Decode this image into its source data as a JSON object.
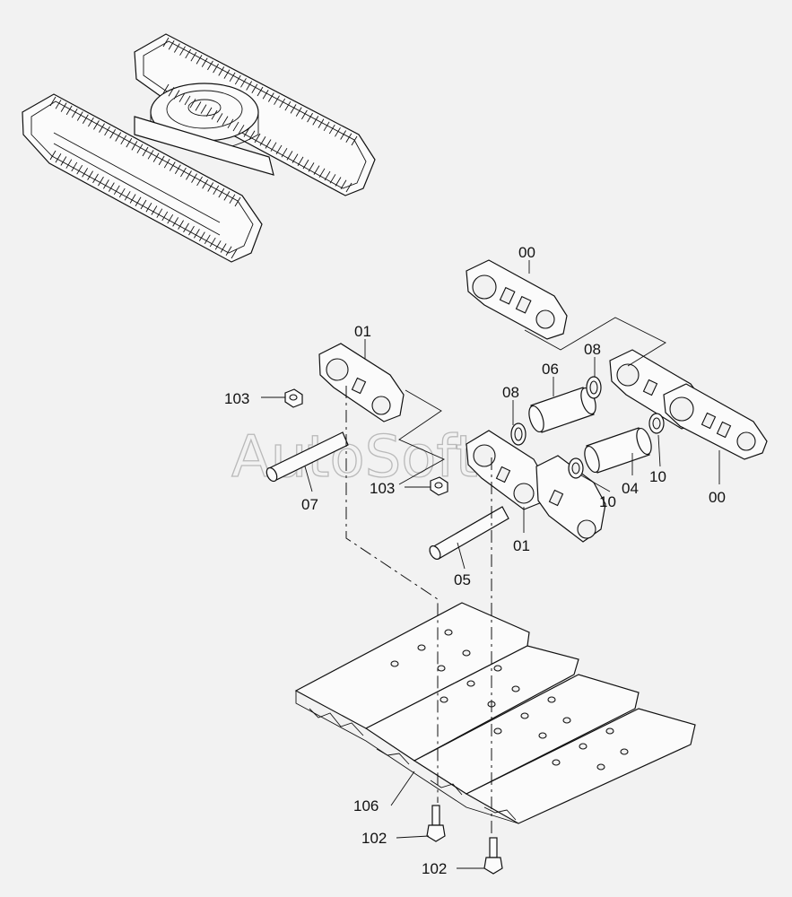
{
  "watermark": "AutoSoft",
  "callouts": {
    "c00a": "00",
    "c00b": "00",
    "c01a": "01",
    "c01b": "01",
    "c04": "04",
    "c05": "05",
    "c06": "06",
    "c07": "07",
    "c08a": "08",
    "c08b": "08",
    "c10a": "10",
    "c10b": "10",
    "c102a": "102",
    "c102b": "102",
    "c103a": "103",
    "c103b": "103",
    "c106": "106"
  }
}
